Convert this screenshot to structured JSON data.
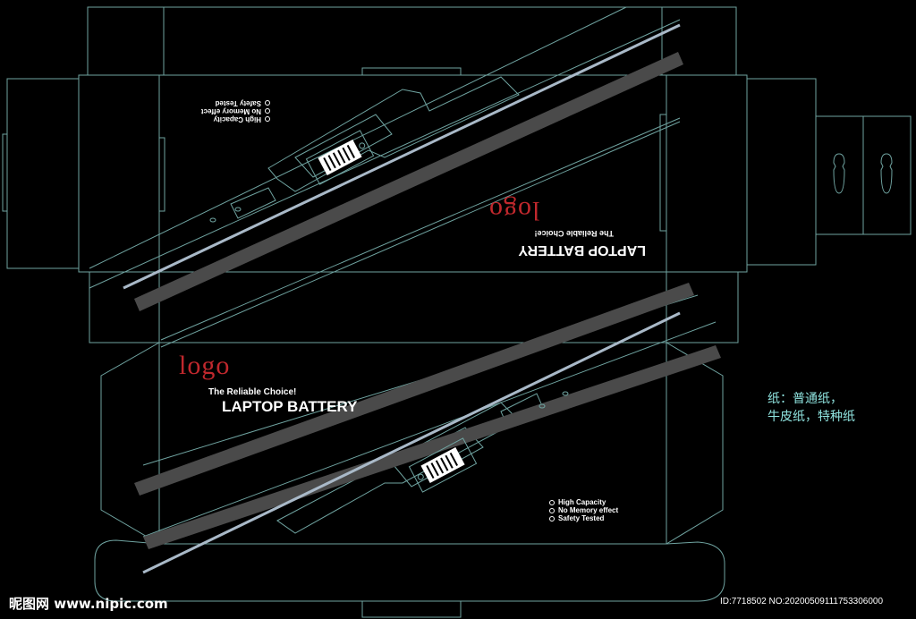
{
  "front_panel": {
    "logo": "logo",
    "tagline": "The Reliable Choice!",
    "product": "LAPTOP BATTERY",
    "features": [
      "High Capacity",
      "No Memory effect",
      "Safety Tested"
    ]
  },
  "back_panel": {
    "logo": "logo",
    "tagline": "The Reliable Choice!",
    "product": "LAPTOP BATTERY",
    "features": [
      "High Capacity",
      "No Memory effect",
      "Safety Tested"
    ]
  },
  "paper_note": {
    "line1": "纸：普通纸，",
    "line2": "牛皮纸，特种纸"
  },
  "watermark": {
    "left": "昵图网 www.nipic.com",
    "right": "ID:7718502 NO:20200509111753306000"
  },
  "colors": {
    "background": "#000000",
    "dieline": "#6fa3a0",
    "logo": "#c0282d",
    "note": "#8fe3df",
    "stripe_light": "#a9b9c8",
    "stripe_dark": "#4a4a4a"
  },
  "icons": [
    "battery-connector-icon",
    "hang-hole-icon"
  ]
}
